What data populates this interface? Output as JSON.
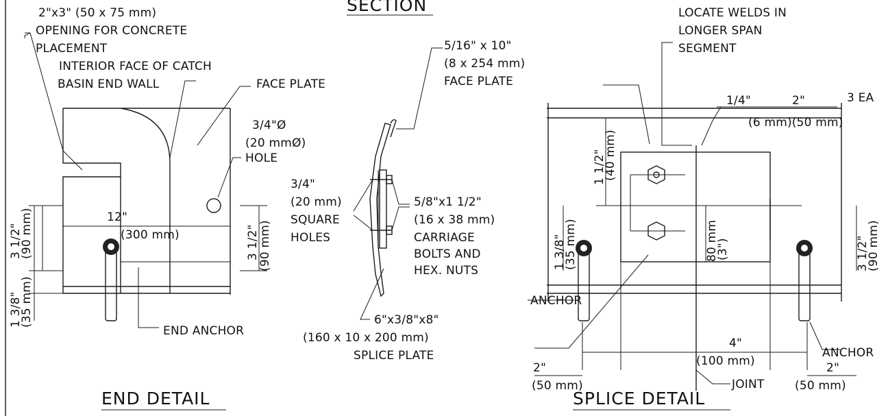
{
  "titles": {
    "section": "SECTION",
    "end_detail": "END DETAIL",
    "splice_detail": "SPLICE DETAIL"
  },
  "end_detail": {
    "opening_l1": "2\"x3\" (50 x 75 mm)",
    "opening_l2": "OPENING FOR CONCRETE",
    "opening_l3": "PLACEMENT",
    "interior_l1": "INTERIOR FACE OF CATCH",
    "interior_l2": "BASIN END WALL",
    "face_plate": "FACE PLATE",
    "hole_l1": "3/4\"Ø",
    "hole_l2": "(20 mmØ)",
    "hole_l3": "HOLE",
    "dim_12": "12\"",
    "dim_300": "(300 mm)",
    "dim_3half_left": "3 1/2\"",
    "dim_90_left": "(90 mm)",
    "dim_3half_right": "3 1/2\"",
    "dim_90_right": "(90 mm)",
    "dim_13_8": "1 3/8\"",
    "dim_35": "(35 mm)",
    "end_anchor": "END ANCHOR"
  },
  "section": {
    "face_plate_l1": "5/16\" x 10\"",
    "face_plate_l2": "(8 x 254 mm)",
    "face_plate_l3": "FACE PLATE",
    "holes_l1": "3/4\"",
    "holes_l2": "(20 mm)",
    "holes_l3": "SQUARE",
    "holes_l4": "HOLES",
    "bolts_l1": "5/8\"x1 1/2\"",
    "bolts_l2": "(16 x 38 mm)",
    "bolts_l3": "CARRIAGE",
    "bolts_l4": "BOLTS AND",
    "bolts_l5": "HEX. NUTS",
    "splice_l1": "6\"x3/8\"x8\"",
    "splice_l2": "(160 x 10 x 200 mm)",
    "splice_l3": "SPLICE PLATE"
  },
  "splice_detail": {
    "welds_l1": "LOCATE WELDS IN",
    "welds_l2": "LONGER SPAN",
    "welds_l3": "SEGMENT",
    "weld_size": "1/4\"",
    "weld_len": "2\"",
    "weld_ea": "3 EA",
    "weld_mm": "(6 mm)(50 mm)",
    "dim_1half": "1 1/2\"",
    "dim_40": "(40 mm)",
    "dim_13_8": "1 3/8\"",
    "dim_35": "(35 mm)",
    "dim_80": "80 mm",
    "dim_3in": "(3\")",
    "dim_3half": "3 1/2\"",
    "dim_90": "(90 mm)",
    "anchor_left": "ANCHOR",
    "anchor_right": "ANCHOR",
    "dim_4": "4\"",
    "dim_100": "(100 mm)",
    "dim_2_left": "2\"",
    "dim_50_left": "(50 mm)",
    "dim_2_right": "2\"",
    "dim_50_right": "(50 mm)",
    "joint": "JOINT"
  }
}
